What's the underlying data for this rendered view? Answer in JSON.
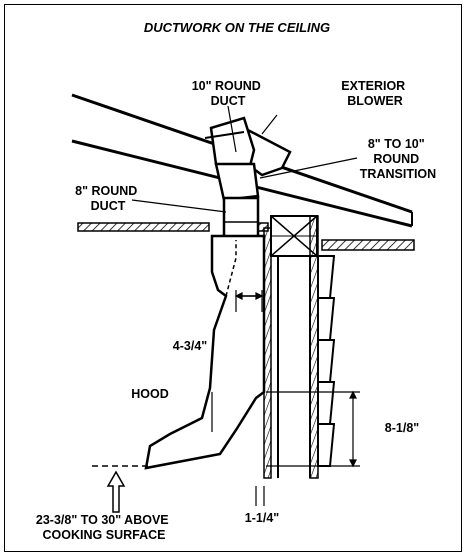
{
  "title": "DUCTWORK ON THE CEILING",
  "labels": {
    "round_duct_10": [
      "10\" ROUND",
      "DUCT"
    ],
    "exterior_blower": [
      "EXTERIOR",
      "BLOWER"
    ],
    "transition": [
      "8\" TO 10\"",
      "ROUND",
      "TRANSITION"
    ],
    "round_duct_8": [
      "8\" ROUND",
      "DUCT"
    ],
    "offset": "4-3/4\"",
    "hood": "HOOD",
    "cabinet_height": "8-1/8\"",
    "wall_gap": "1-1/4\"",
    "mounting_height": [
      "23-3/8\" TO 30\" ABOVE",
      "COOKING SURFACE"
    ]
  },
  "colors": {
    "line": "#000000",
    "background": "#ffffff"
  }
}
